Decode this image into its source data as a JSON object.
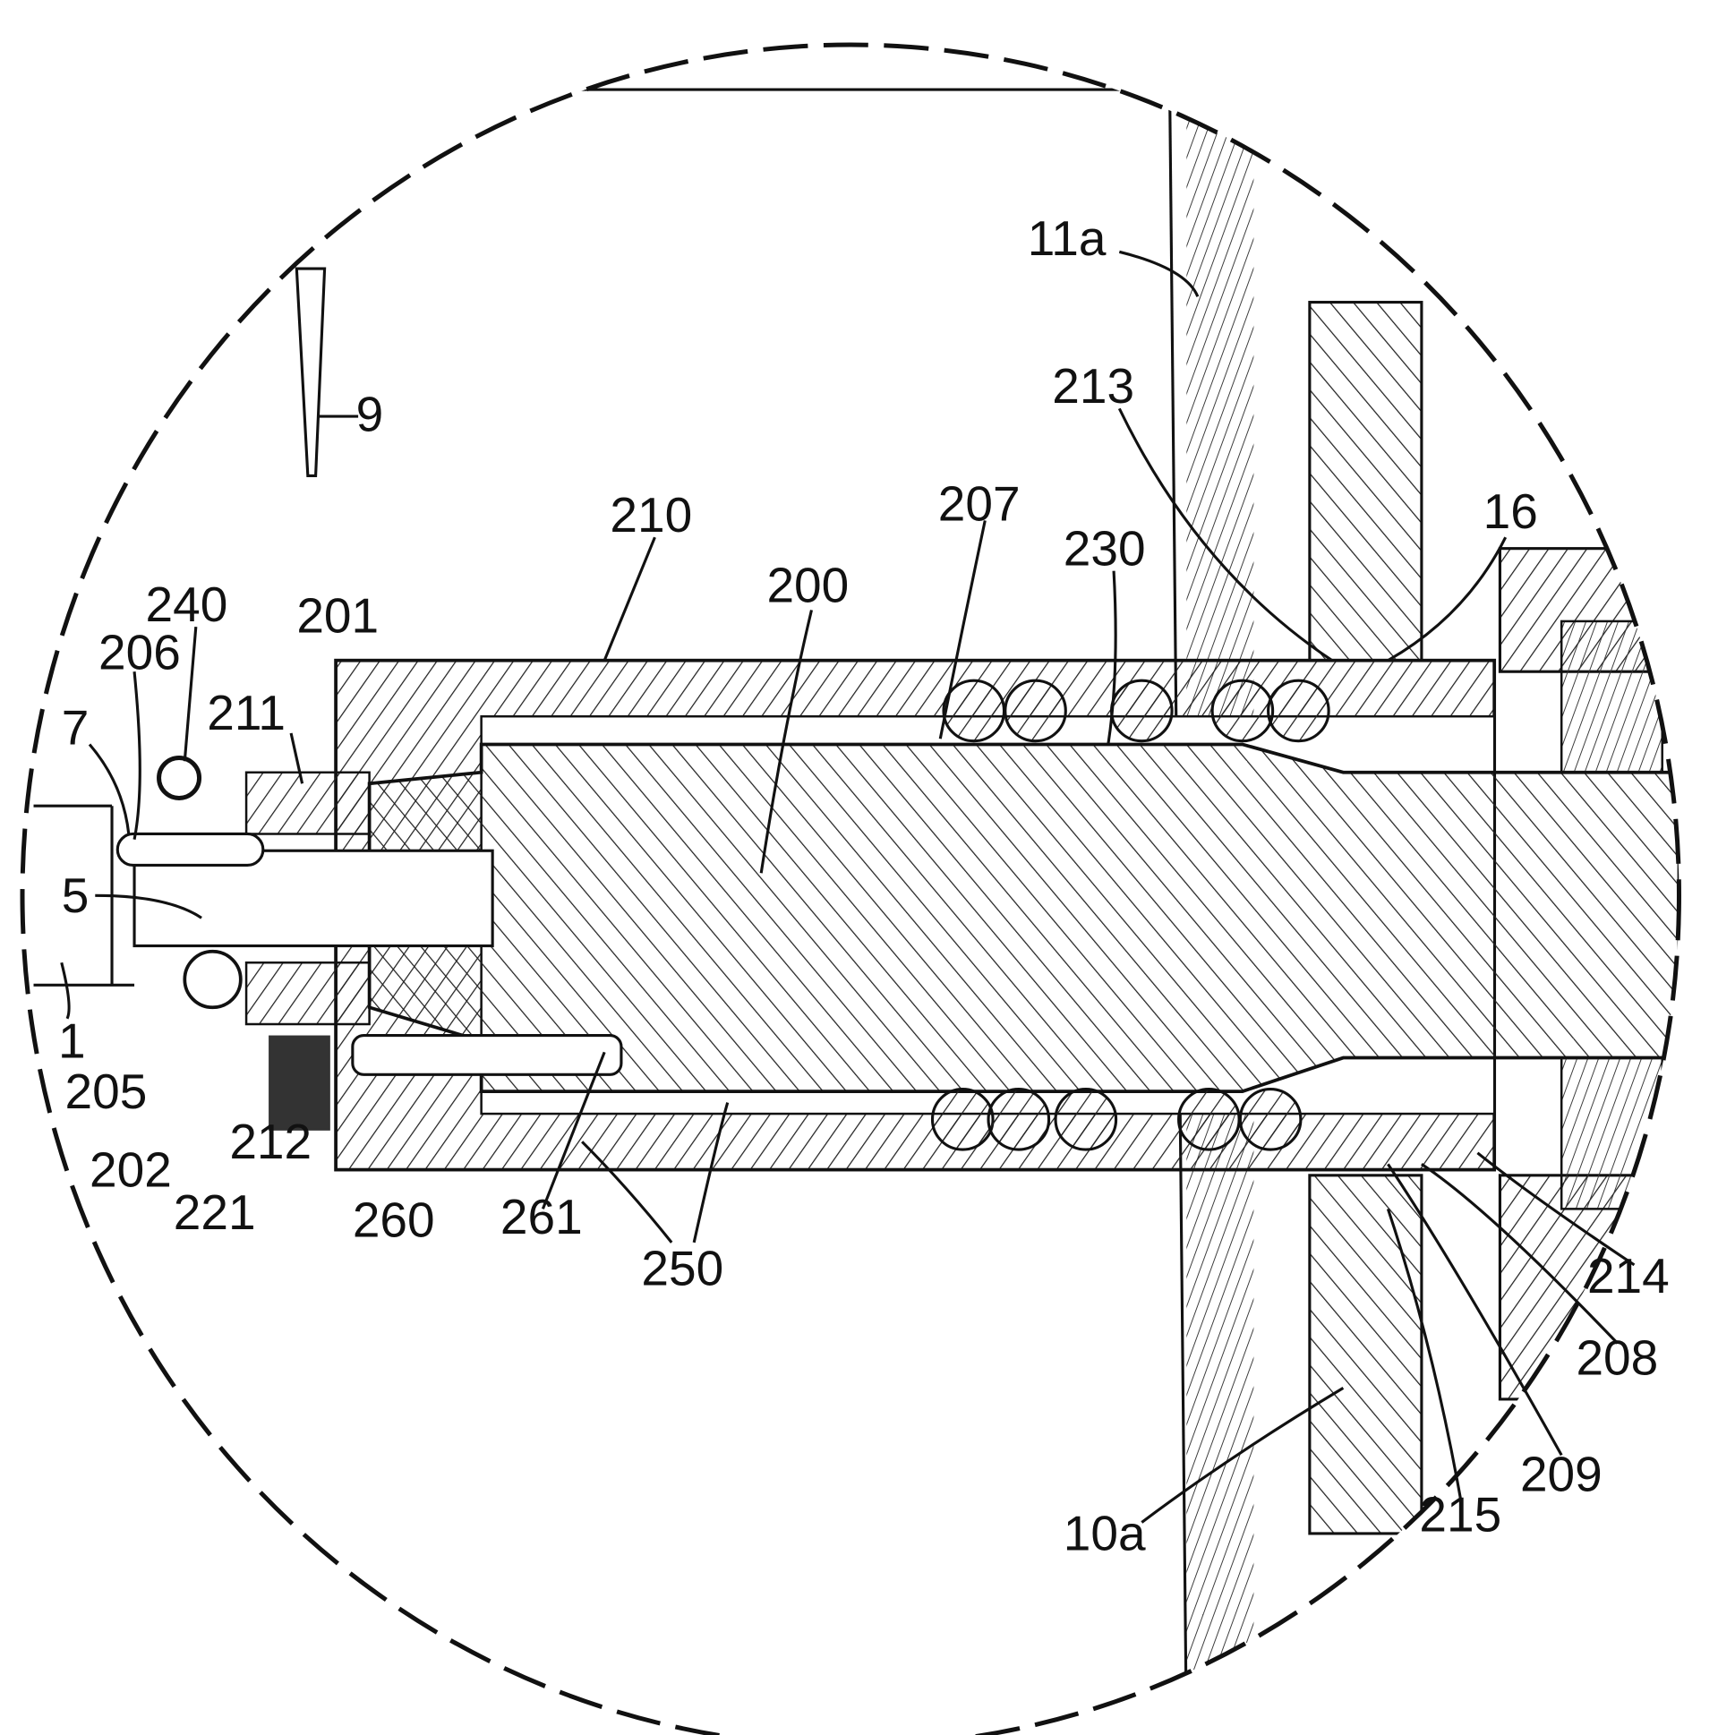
{
  "figure": {
    "type": "patent cross-section detail view",
    "labels": [
      "9",
      "11a",
      "213",
      "16",
      "207",
      "230",
      "210",
      "200",
      "240",
      "206",
      "201",
      "211",
      "7",
      "5",
      "1",
      "205",
      "202",
      "212",
      "221",
      "260",
      "261",
      "250",
      "214",
      "208",
      "209",
      "215",
      "10a"
    ]
  }
}
